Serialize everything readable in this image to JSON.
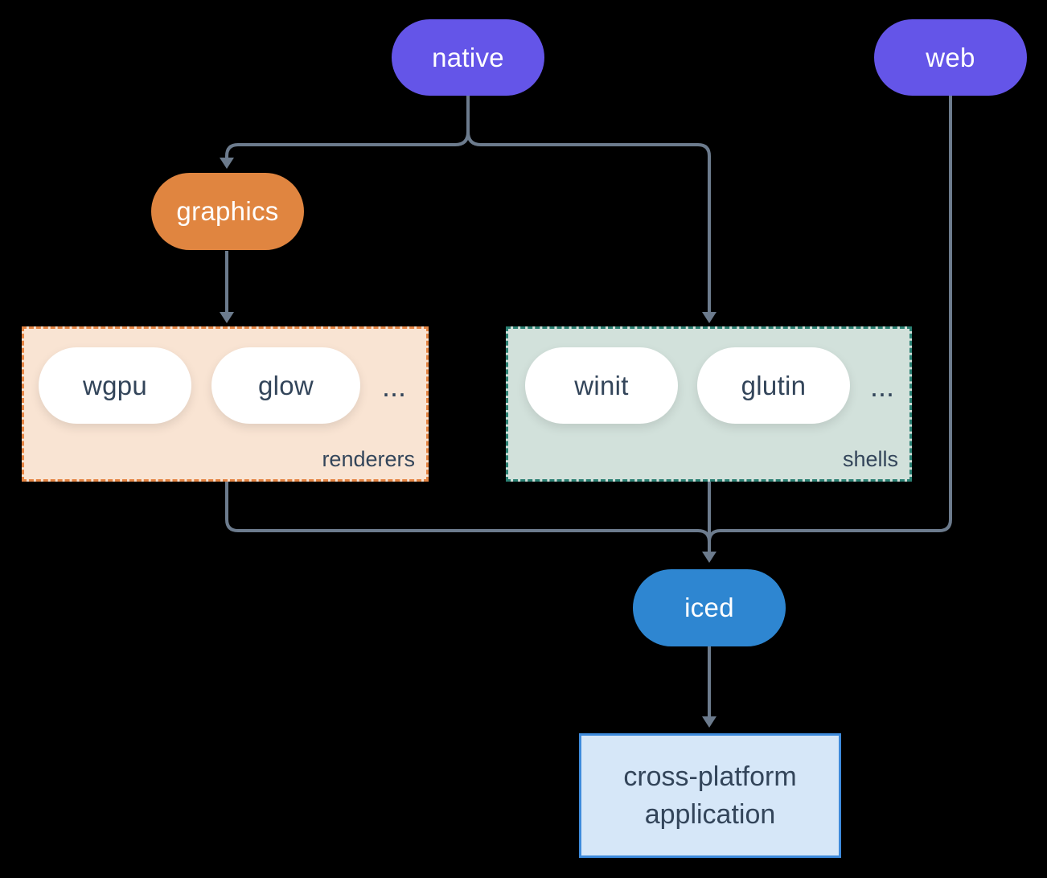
{
  "nodes": {
    "native": "native",
    "web": "web",
    "graphics": "graphics",
    "iced": "iced",
    "app": "cross-platform application"
  },
  "groups": {
    "renderers": {
      "label": "renderers",
      "items": [
        "wgpu",
        "glow"
      ],
      "ellipsis": "..."
    },
    "shells": {
      "label": "shells",
      "items": [
        "winit",
        "glutin"
      ],
      "ellipsis": "..."
    }
  },
  "colors": {
    "background": "#000000",
    "node-purple": "#6455E8",
    "node-orange": "#E08540",
    "node-blue": "#2E86D1",
    "pill-white": "#FFFFFF",
    "renderers-bg": "#F9E4D3",
    "renderers-border": "#E58544",
    "shells-bg": "#D2E1DB",
    "shells-border": "#2B8073",
    "app-bg": "#D6E7F8",
    "app-border": "#3E8BDC",
    "line": "#6C7B8D",
    "text-light": "#FFFFFF",
    "text-dark": "#33455A"
  }
}
